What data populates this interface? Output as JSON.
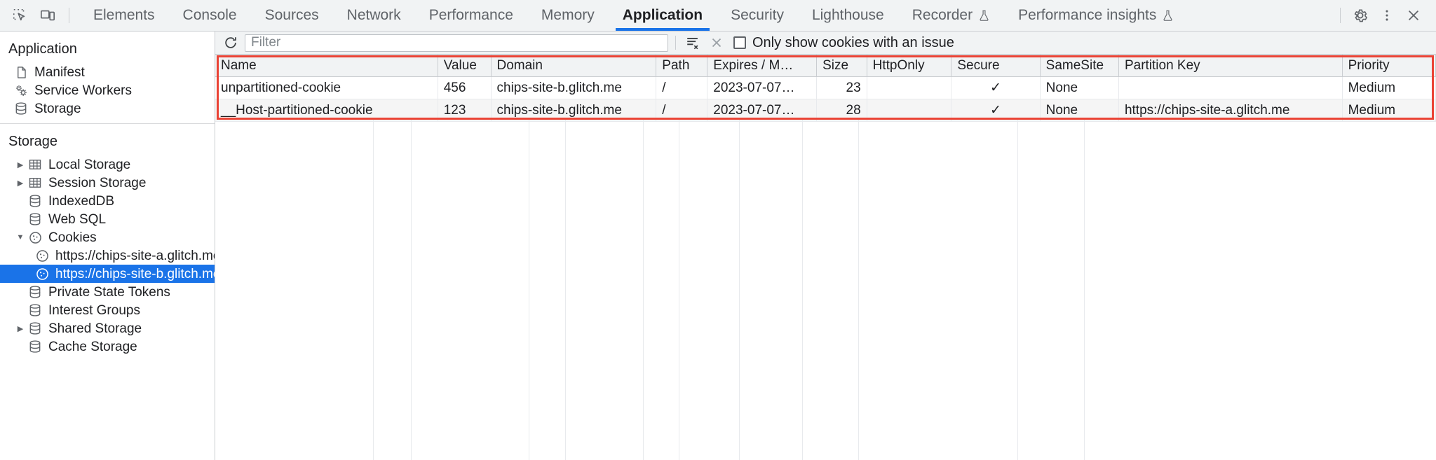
{
  "toolbar": {
    "inspect_icon": "inspect-element-icon",
    "device_icon": "device-toolbar-icon",
    "tabs": [
      {
        "label": "Elements",
        "active": false,
        "experimental": false
      },
      {
        "label": "Console",
        "active": false,
        "experimental": false
      },
      {
        "label": "Sources",
        "active": false,
        "experimental": false
      },
      {
        "label": "Network",
        "active": false,
        "experimental": false
      },
      {
        "label": "Performance",
        "active": false,
        "experimental": false
      },
      {
        "label": "Memory",
        "active": false,
        "experimental": false
      },
      {
        "label": "Application",
        "active": true,
        "experimental": false
      },
      {
        "label": "Security",
        "active": false,
        "experimental": false
      },
      {
        "label": "Lighthouse",
        "active": false,
        "experimental": false
      },
      {
        "label": "Recorder",
        "active": false,
        "experimental": true
      },
      {
        "label": "Performance insights",
        "active": false,
        "experimental": true
      }
    ],
    "settings_icon": "gear-icon",
    "more_icon": "more-vertical-icon",
    "close_icon": "close-icon",
    "accent_color": "#1a73e8"
  },
  "sidebar": {
    "application": {
      "title": "Application",
      "items": [
        {
          "label": "Manifest",
          "icon": "document-icon",
          "twisty": "none"
        },
        {
          "label": "Service Workers",
          "icon": "gears-icon",
          "twisty": "none"
        },
        {
          "label": "Storage",
          "icon": "database-icon",
          "twisty": "none"
        }
      ]
    },
    "storage": {
      "title": "Storage",
      "items": [
        {
          "label": "Local Storage",
          "icon": "table-icon",
          "twisty": "collapsed",
          "indent": 1,
          "selected": false
        },
        {
          "label": "Session Storage",
          "icon": "table-icon",
          "twisty": "collapsed",
          "indent": 1,
          "selected": false
        },
        {
          "label": "IndexedDB",
          "icon": "database-icon",
          "twisty": "none",
          "indent": 1,
          "selected": false
        },
        {
          "label": "Web SQL",
          "icon": "database-icon",
          "twisty": "none",
          "indent": 1,
          "selected": false
        },
        {
          "label": "Cookies",
          "icon": "cookie-icon",
          "twisty": "expanded",
          "indent": 1,
          "selected": false
        },
        {
          "label": "https://chips-site-a.glitch.me",
          "icon": "cookie-icon",
          "twisty": "none",
          "indent": 2,
          "selected": false
        },
        {
          "label": "https://chips-site-b.glitch.me",
          "icon": "cookie-icon",
          "twisty": "none",
          "indent": 2,
          "selected": true
        },
        {
          "label": "Private State Tokens",
          "icon": "database-icon",
          "twisty": "none",
          "indent": 1,
          "selected": false
        },
        {
          "label": "Interest Groups",
          "icon": "database-icon",
          "twisty": "none",
          "indent": 1,
          "selected": false
        },
        {
          "label": "Shared Storage",
          "icon": "database-icon",
          "twisty": "collapsed",
          "indent": 1,
          "selected": false
        },
        {
          "label": "Cache Storage",
          "icon": "database-icon",
          "twisty": "none",
          "indent": 1,
          "selected": false
        }
      ]
    },
    "selection_color": "#1a73e8"
  },
  "filterbar": {
    "refresh_icon": "refresh-icon",
    "filter_placeholder": "Filter",
    "filter_value": "",
    "clear_all_icon": "clear-all-cookies-icon",
    "clear_filtered_icon": "clear-filtered-cookies-icon",
    "issue_checkbox_label": "Only show cookies with an issue",
    "issue_checkbox_checked": false
  },
  "table": {
    "columns": [
      "Name",
      "Value",
      "Domain",
      "Path",
      "Expires / M…",
      "Size",
      "HttpOnly",
      "Secure",
      "SameSite",
      "Partition Key",
      "Priority"
    ],
    "rows": [
      {
        "Name": "unpartitioned-cookie",
        "Value": "456",
        "Domain": "chips-site-b.glitch.me",
        "Path": "/",
        "Expires": "2023-07-07…",
        "Size": "23",
        "HttpOnly": "",
        "Secure": "✓",
        "SameSite": "None",
        "PartitionKey": "",
        "Priority": "Medium"
      },
      {
        "Name": "__Host-partitioned-cookie",
        "Value": "123",
        "Domain": "chips-site-b.glitch.me",
        "Path": "/",
        "Expires": "2023-07-07…",
        "Size": "28",
        "HttpOnly": "",
        "Secure": "✓",
        "SameSite": "None",
        "PartitionKey": "https://chips-site-a.glitch.me",
        "Priority": "Medium"
      }
    ],
    "highlight_color": "#ea4335"
  }
}
